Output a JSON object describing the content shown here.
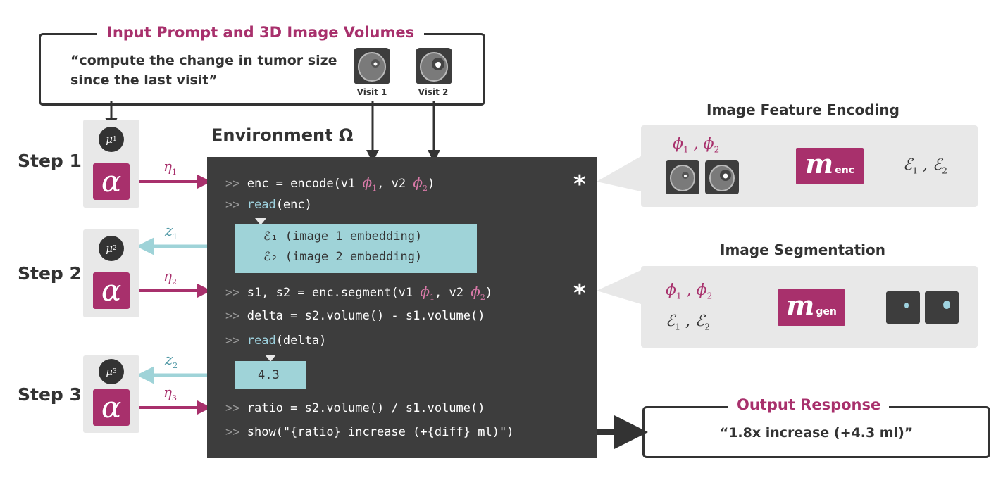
{
  "input": {
    "title": "Input Prompt and 3D Image Volumes",
    "prompt": "“compute the change in tumor size since the last visit”",
    "visits": [
      "Visit 1",
      "Visit 2"
    ]
  },
  "steps": [
    {
      "label": "Step 1",
      "mu": "μ",
      "mu_sub": "1",
      "eta": "η",
      "eta_sub": "1"
    },
    {
      "label": "Step 2",
      "mu": "μ",
      "mu_sub": "2",
      "eta": "η",
      "eta_sub": "2",
      "z": "z",
      "z_sub": "1"
    },
    {
      "label": "Step 3",
      "mu": "μ",
      "mu_sub": "3",
      "eta": "η",
      "eta_sub": "3",
      "z": "z",
      "z_sub": "2"
    }
  ],
  "alpha_symbol": "α",
  "environment": {
    "title": "Environment Ω",
    "prompt_marker": ">>",
    "lines": {
      "l1_a": "enc = encode(v1 ",
      "l1_b": ", v2 ",
      "l1_c": ")",
      "l2_fn": "read",
      "l2_rest": "(enc)",
      "l3_a": "s1, s2 = enc.segment(v1 ",
      "l3_b": ", v2 ",
      "l3_c": ")",
      "l4": "delta = s2.volume() - s1.volume()",
      "l5_fn": "read",
      "l5_rest": "(delta)",
      "l6": "ratio = s2.volume() / s1.volume()",
      "l7": "show(\"{ratio} increase (+{diff} ml)\")"
    },
    "output1": [
      "ℰ₁ (image 1 embedding)",
      "ℰ₂ (image 2 embedding)"
    ],
    "output2": "4.3",
    "star": "*"
  },
  "phi": {
    "sym": "ϕ",
    "s1": "1",
    "s2": "2"
  },
  "eps": {
    "sym": "ℰ",
    "s1": "1",
    "s2": "2"
  },
  "encoding_panel": {
    "title": "Image Feature Encoding",
    "model": "m",
    "model_sub": "enc"
  },
  "segmentation_panel": {
    "title": "Image Segmentation",
    "model": "m",
    "model_sub": "gen"
  },
  "output": {
    "title": "Output Response",
    "text": "“1.8x increase (+4.3 ml)”"
  },
  "colors": {
    "accent": "#a8306c",
    "teal": "#9fd3d8",
    "panel": "#3d3d3d",
    "gray": "#e8e8e8"
  }
}
